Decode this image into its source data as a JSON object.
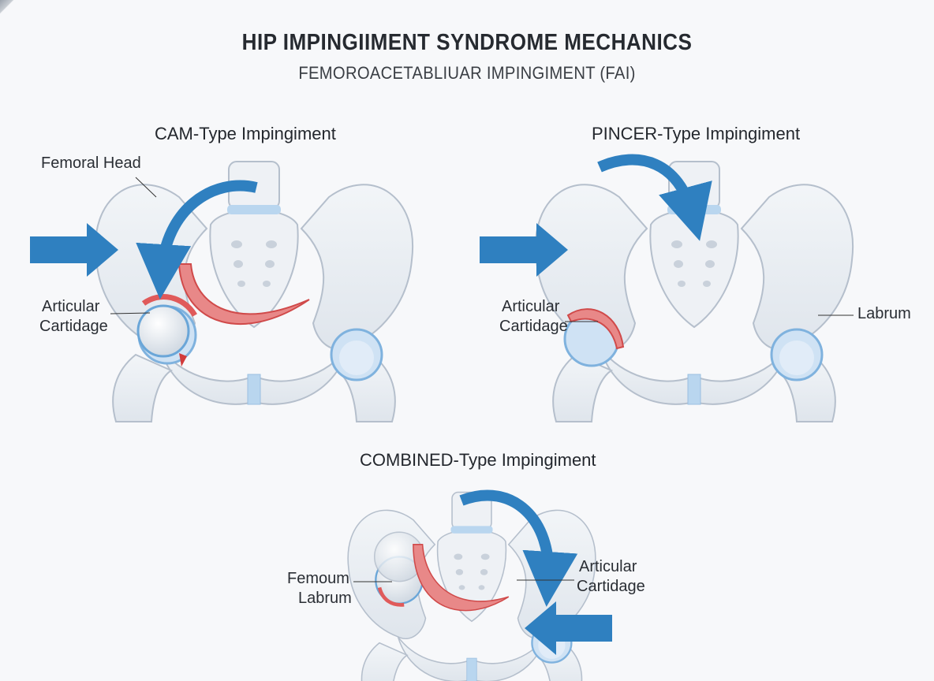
{
  "title": "HIP IMPINGIIMENT SYNDROME MECHANICS",
  "subtitle": "FEMOROACETABLIUAR IMPINGIMENT (FAI)",
  "panels": {
    "cam": {
      "title": "CAM-Type Impingiment",
      "labels": {
        "femoral_head": "Femoral Head",
        "articular_line1": "Articular",
        "articular_line2": "Cartidage"
      }
    },
    "pincer": {
      "title": "PINCER-Type Impingiment",
      "labels": {
        "articular_line1": "Articular",
        "articular_line2": "Cartidage",
        "labrum": "Labrum"
      }
    },
    "combined": {
      "title": "COMBINED-Type Impingiment",
      "labels": {
        "femoral_line1": "Femoum",
        "femoral_line2": "Labrum",
        "articular_line1": "Articular",
        "articular_line2": "Cartidage"
      }
    }
  },
  "colors": {
    "background": "#f7f8fa",
    "bone": "#e8ecf1",
    "bone_outline": "#b5bfcc",
    "cartilage_blue": "#a7cbea",
    "impingement_red": "#e05a5a",
    "arrow_blue": "#2f80c0"
  }
}
